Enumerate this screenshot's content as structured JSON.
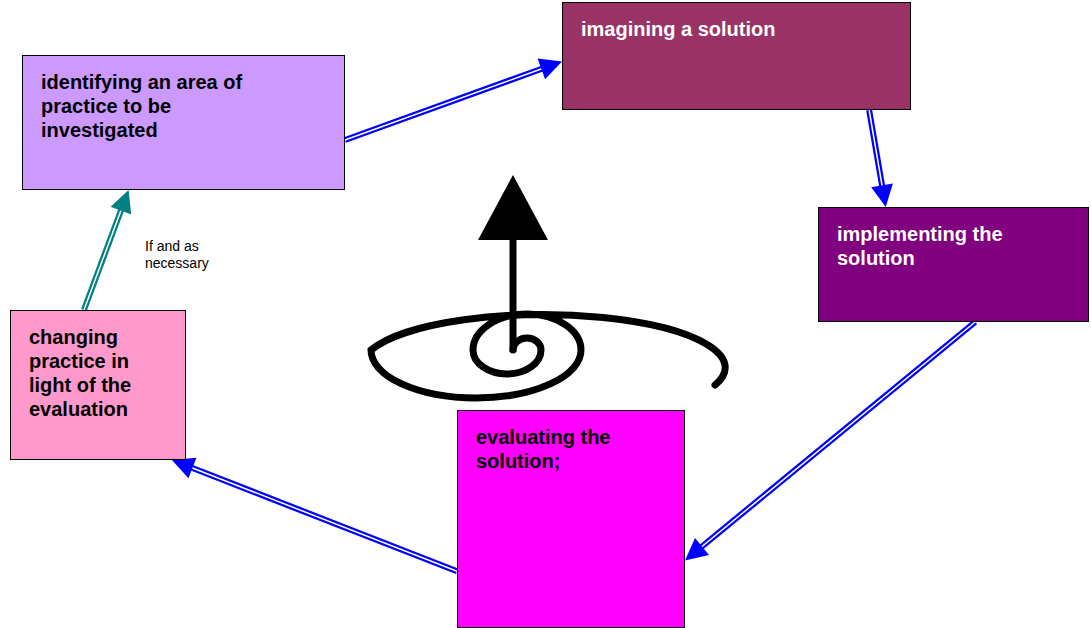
{
  "diagram": {
    "nodes": [
      {
        "text": [
          "identifying an area of practice to be investigated"
        ]
      },
      {
        "text": [
          "imagining a solution"
        ]
      },
      {
        "text": [
          "implementing the solution"
        ]
      },
      {
        "text": [
          "evaluating the solution;"
        ]
      },
      {
        "text": [
          "changing practice in light of the evaluation"
        ]
      }
    ],
    "edges": [
      {
        "from": 0,
        "to": 1,
        "arrow": "to"
      },
      {
        "from": 1,
        "to": 2,
        "arrow": "to"
      },
      {
        "from": 2,
        "to": 3,
        "arrow": "to"
      },
      {
        "from": 3,
        "to": 4,
        "arrow": "to"
      },
      {
        "from": 4,
        "to": 0,
        "label": "If and as necessary",
        "arrow": "to"
      }
    ]
  }
}
